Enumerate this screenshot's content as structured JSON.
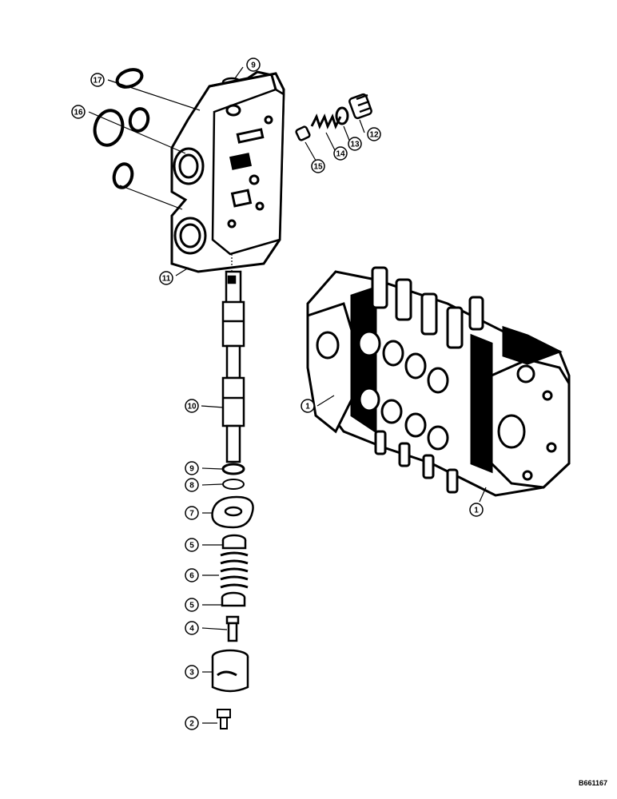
{
  "figure_code": "B661167",
  "callouts": [
    {
      "id": "c17",
      "label": "17"
    },
    {
      "id": "c9a",
      "label": "9"
    },
    {
      "id": "c16",
      "label": "16"
    },
    {
      "id": "c12",
      "label": "12"
    },
    {
      "id": "c13",
      "label": "13"
    },
    {
      "id": "c14",
      "label": "14"
    },
    {
      "id": "c15",
      "label": "15"
    },
    {
      "id": "c11",
      "label": "11"
    },
    {
      "id": "c10",
      "label": "10"
    },
    {
      "id": "c9b",
      "label": "9"
    },
    {
      "id": "c8",
      "label": "8"
    },
    {
      "id": "c7",
      "label": "7"
    },
    {
      "id": "c5a",
      "label": "5"
    },
    {
      "id": "c6",
      "label": "6"
    },
    {
      "id": "c5b",
      "label": "5"
    },
    {
      "id": "c4",
      "label": "4"
    },
    {
      "id": "c3",
      "label": "3"
    },
    {
      "id": "c2",
      "label": "2"
    },
    {
      "id": "c1a",
      "label": "1"
    },
    {
      "id": "c1b",
      "label": "1"
    }
  ]
}
